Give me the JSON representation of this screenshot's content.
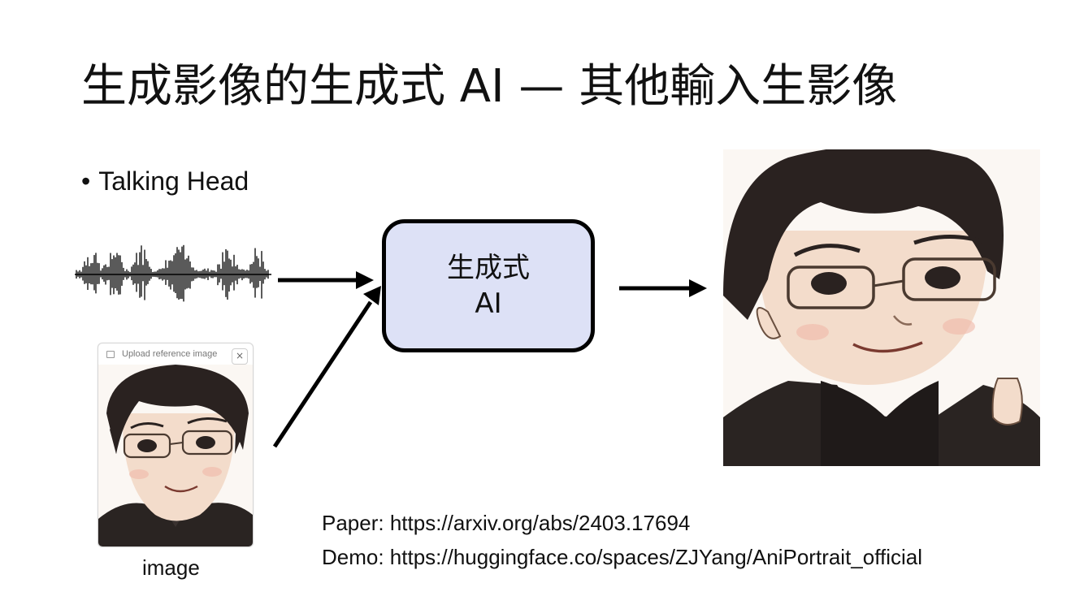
{
  "slide": {
    "title": "生成影像的生成式 AI — 其他輸入生影像",
    "bullet_symbol": "•",
    "bullet": "Talking Head",
    "ai_box": {
      "line1": "生成式",
      "line2": "AI"
    },
    "upload_card": {
      "label": "Upload reference image",
      "close_symbol": "×"
    },
    "image_caption": "image",
    "references": {
      "paper": "Paper: https://arxiv.org/abs/2403.17694",
      "demo": "Demo: https://huggingface.co/spaces/ZJYang/AniPortrait_official"
    }
  },
  "colors": {
    "ai_box_fill": "#dde1f6",
    "arrow": "#000000",
    "skin": "#f3dccb",
    "hair": "#2a2220"
  },
  "icons": [
    "image-upload-icon",
    "close-icon"
  ]
}
